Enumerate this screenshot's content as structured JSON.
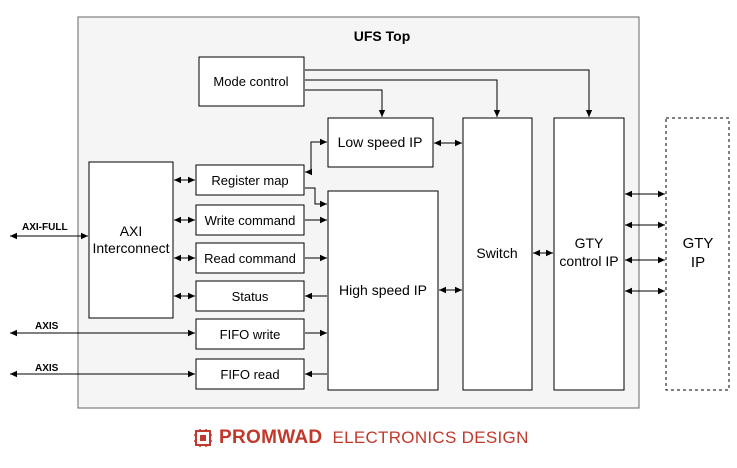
{
  "diagram": {
    "container_title": "UFS Top",
    "blocks": {
      "mode_control": "Mode control",
      "register_map": "Register map",
      "write_command": "Write command",
      "read_command": "Read command",
      "status": "Status",
      "fifo_write": "FIFO write",
      "fifo_read": "FIFO read",
      "low_speed_ip": "Low speed IP",
      "high_speed_ip": "High speed IP",
      "switch": "Switch",
      "axi_interconnect_l1": "AXI",
      "axi_interconnect_l2": "Interconnect",
      "gty_control_l1": "GTY",
      "gty_control_l2": "control IP",
      "gty_ip_l1": "GTY",
      "gty_ip_l2": "IP"
    },
    "ports": {
      "axi_full": "AXI-FULL",
      "axis_in": "AXIS",
      "axis_out": "AXIS"
    }
  },
  "footer": {
    "brand": "PROMWAD",
    "tagline": "ELECTRONICS DESIGN",
    "brand_color": "#c0392b",
    "logo_icon": "chip-logo-icon"
  },
  "colors": {
    "container_fill": "#f5f5f5",
    "container_stroke": "#666666",
    "block_fill": "#ffffff"
  }
}
